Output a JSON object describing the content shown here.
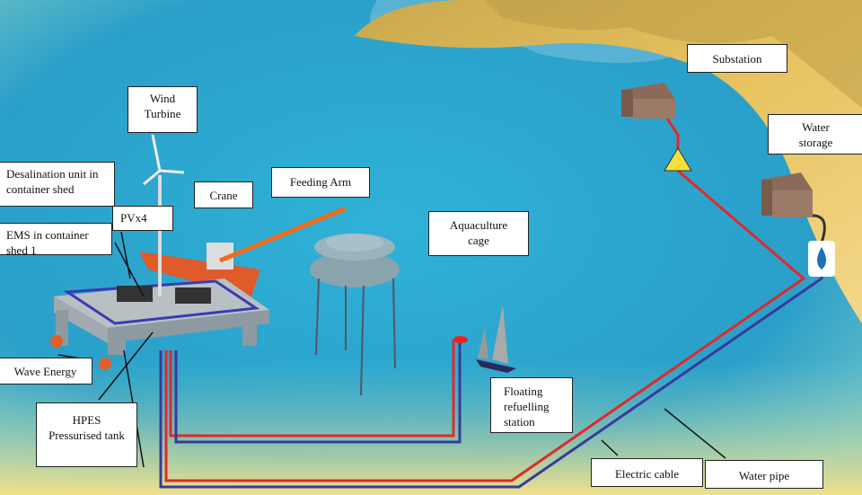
{
  "labels": {
    "wind_turbine": "Wind Turbine",
    "desalination": "Desalination unit in container shed",
    "crane": "Crane",
    "feeding_arm": "Feeding Arm",
    "pv": "PVx4",
    "ems": "EMS in container shed 1",
    "aquaculture": "Aquaculture cage",
    "substation": "Substation",
    "water_storage": "Water storage",
    "wave_energy": "Wave Energy",
    "hpes": "HPES Pressurised tank",
    "floating_refuelling": "Floating refuelling station",
    "electric_cable": "Electric cable",
    "water_pipe": "Water pipe"
  },
  "colors": {
    "sea": "#2ba7cf",
    "land": "#e2b552",
    "electric_cable": "#e02a2a",
    "water_pipe": "#3a3a9a",
    "platform": "#b8c0c4"
  }
}
